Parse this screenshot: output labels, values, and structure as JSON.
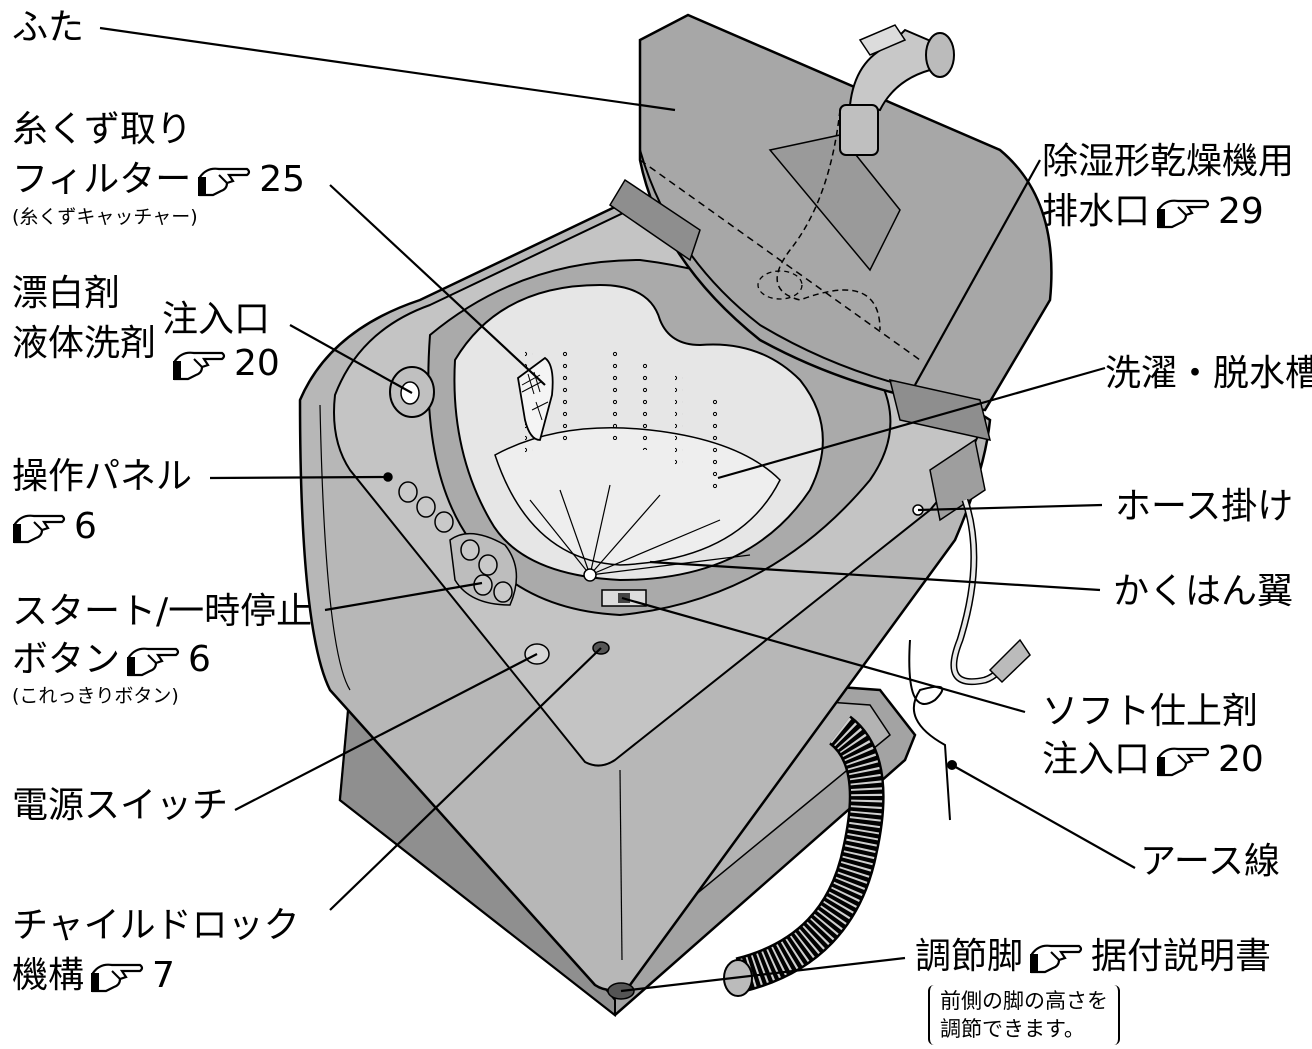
{
  "labels": {
    "lid": "ふた",
    "lint_filter_1": "糸くず取り",
    "lint_filter_2": "フィルター",
    "lint_filter_page": "25",
    "lint_filter_sub": "(糸くずキャッチャー)",
    "dryer_drain_1": "除湿形乾燥機用",
    "dryer_drain_2": "排水口",
    "dryer_drain_page": "29",
    "bleach_1": "漂白剤",
    "bleach_2": "液体洗剤",
    "bleach_inlet": "注入口",
    "bleach_page": "20",
    "tub": "洗濯・脱水槽",
    "control_panel": "操作パネル",
    "control_panel_page": "6",
    "hose_hook": "ホース掛け",
    "agitator": "かくはん翼",
    "start_pause": "スタート/一時停止",
    "start_pause_2": "ボタン",
    "start_pause_page": "6",
    "start_pause_sub": "(これっきりボタン)",
    "softener_1": "ソフト仕上剤",
    "softener_2": "注入口",
    "softener_page": "20",
    "power_switch": "電源スイッチ",
    "ground_wire": "アース線",
    "child_lock_1": "チャイルドロック",
    "child_lock_2": "機構",
    "child_lock_page": "7",
    "adjust_foot": "調節脚",
    "adjust_foot_ref": "据付説明書",
    "adjust_note_1": "前側の脚の高さを",
    "adjust_note_2": "調節できます。"
  },
  "colors": {
    "body": "#b7b7b7",
    "body_dark": "#9d9d9d",
    "tub": "#e6e6e6",
    "line": "#000000"
  },
  "icons": [
    "pointing-hand-icon"
  ]
}
